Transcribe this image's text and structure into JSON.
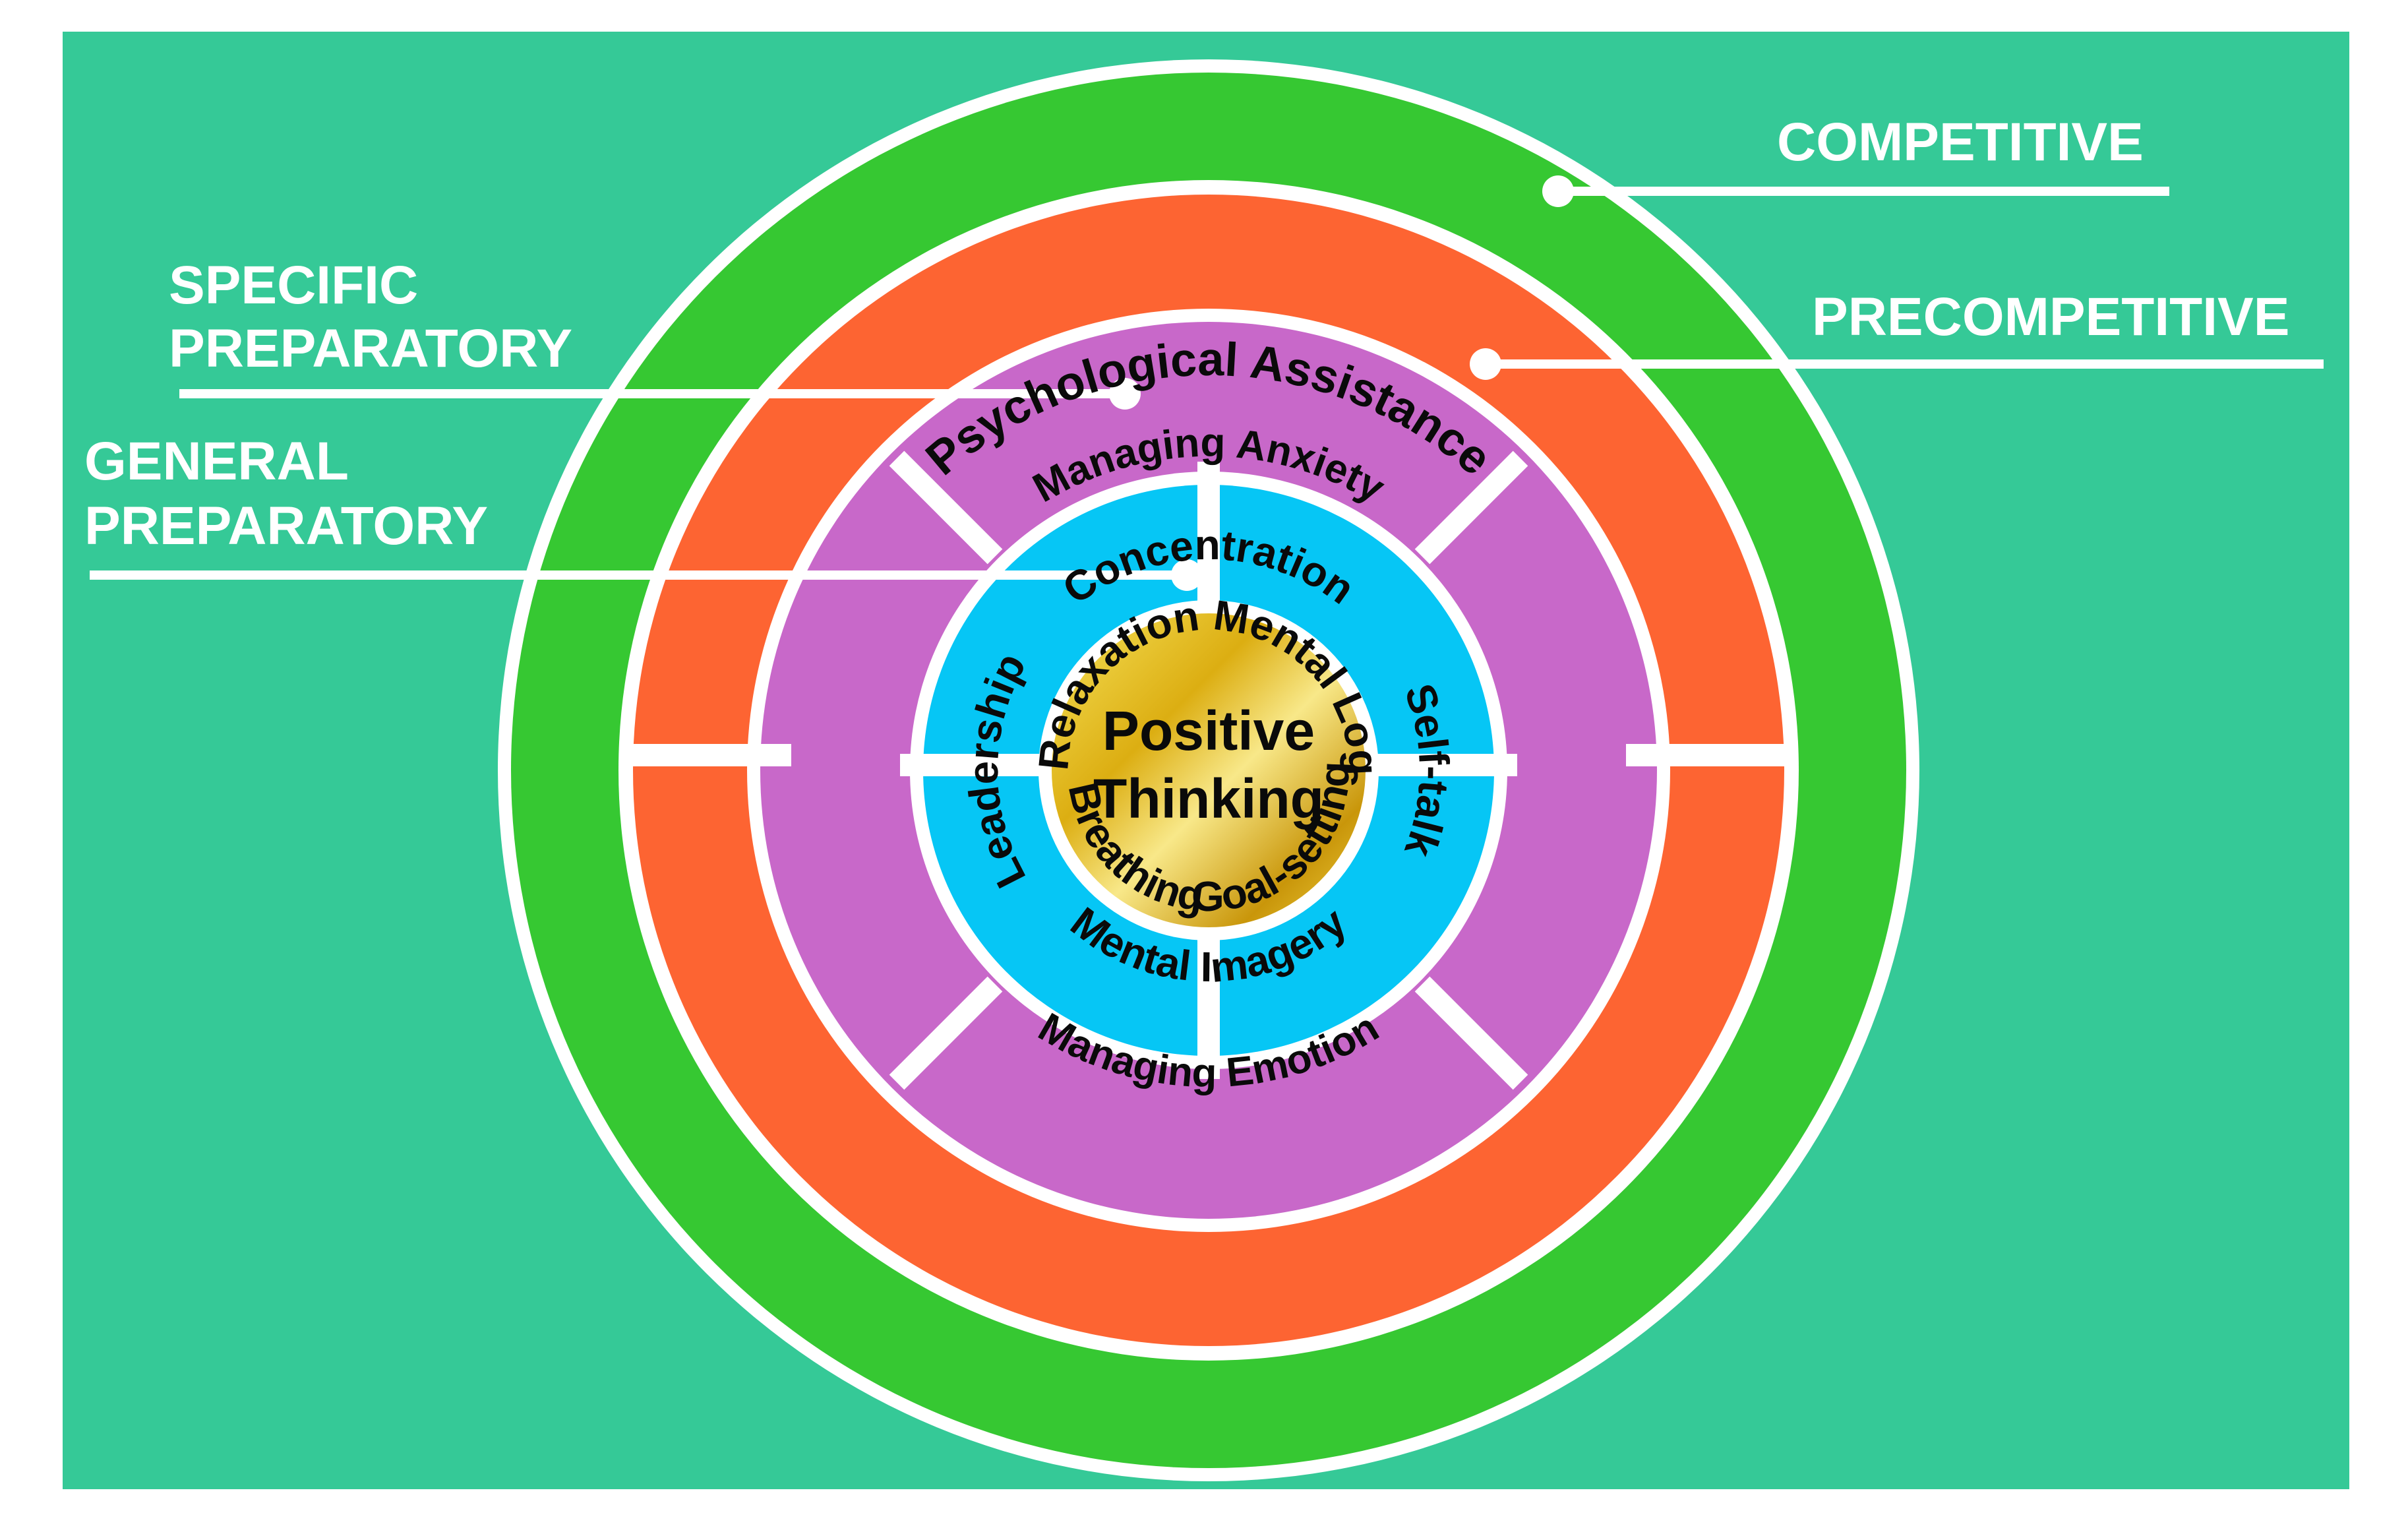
{
  "colors": {
    "background": "#35c997",
    "outer_margin": "#ffffff",
    "competitive_ring": "#36c832",
    "precompetitive_ring": "#fd6432",
    "specific_ring": "#c868c9",
    "general_ring": "#06c6f5",
    "center_gold": "#e8c21a",
    "divider": "#ffffff"
  },
  "side_labels": {
    "competitive": "COMPETITIVE",
    "precompetitive": "PRECOMPETITIVE",
    "specific_line1": "SPECIFIC",
    "specific_line2": "PREPARATORY",
    "general_line1": "GENERAL",
    "general_line2": "PREPARATORY"
  },
  "rings": {
    "competitive": {
      "label": "Psychological Assistance"
    },
    "precompetitive": {
      "top_label": "Managing Anxiety",
      "bottom_label": "Managing Emotion"
    },
    "specific": {
      "top": "Concentration",
      "right": "Self-talk",
      "bottom": "Mental Imagery",
      "left": "Leadership"
    },
    "general": {
      "top_left": "Relaxation",
      "top_right": "Mental Log",
      "bottom_left": "Breathing",
      "bottom_right": "Goal-setting"
    }
  },
  "center": {
    "line1": "Positive",
    "line2": "Thinking"
  }
}
